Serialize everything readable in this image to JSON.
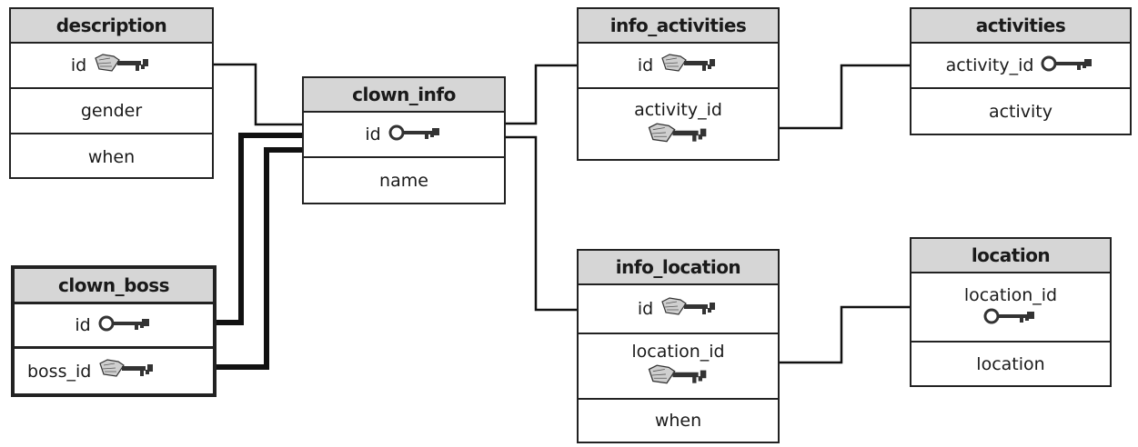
{
  "tables": {
    "description": {
      "title": "description",
      "rows": [
        "id",
        "gender",
        "when"
      ]
    },
    "clown_info": {
      "title": "clown_info",
      "rows": [
        "id",
        "name"
      ]
    },
    "info_activities": {
      "title": "info_activities",
      "rows": [
        "id",
        "activity_id"
      ]
    },
    "activities": {
      "title": "activities",
      "rows": [
        "activity_id",
        "activity"
      ]
    },
    "clown_boss": {
      "title": "clown_boss",
      "rows": [
        "id",
        "boss_id"
      ]
    },
    "info_location": {
      "title": "info_location",
      "rows": [
        "id",
        "location_id",
        "when"
      ]
    },
    "location": {
      "title": "location",
      "rows": [
        "location_id",
        "location"
      ]
    }
  },
  "key_icons": {
    "primary": "primary-key-icon",
    "foreign": "foreign-key-icon"
  }
}
